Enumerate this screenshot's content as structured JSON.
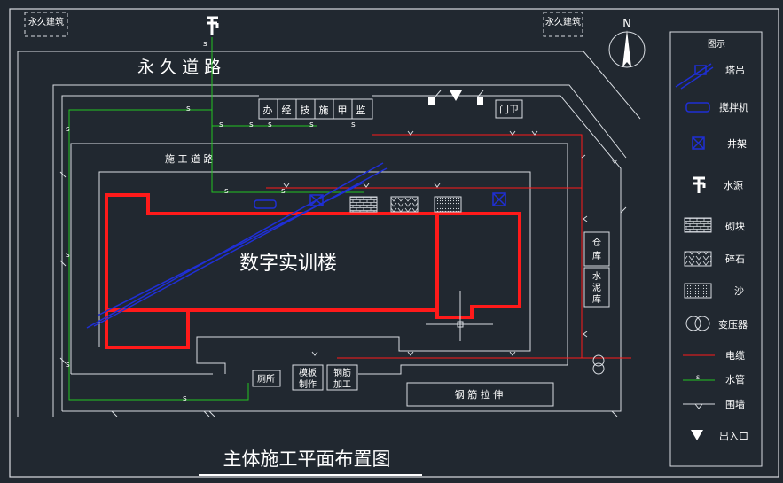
{
  "title": "主体施工平面布置图",
  "roads": {
    "permanent_road": "永  久  道  路",
    "construction_road": "施     工     道     路"
  },
  "buildings": {
    "permanent_left": "永久建筑",
    "permanent_right": "永久建筑",
    "main_building": "数字实训楼",
    "guard": "门卫",
    "toilet": "厕所",
    "formwork": [
      "模板",
      "制作"
    ],
    "rebar_processing": [
      "钢筋",
      "加工"
    ],
    "rebar_stretch": "钢 筋 拉 伸",
    "warehouse": [
      "仓",
      "库"
    ],
    "cement_warehouse": [
      "水",
      "泥",
      "库"
    ],
    "offices": [
      "办",
      "经",
      "技",
      "施",
      "甲",
      "监"
    ]
  },
  "north": "N",
  "legend": {
    "heading": "图示",
    "items": [
      {
        "key": "crane",
        "label": "塔吊"
      },
      {
        "key": "mixer",
        "label": "搅拌机"
      },
      {
        "key": "hoist",
        "label": "井架"
      },
      {
        "key": "water_source",
        "label": "水源"
      },
      {
        "key": "block",
        "label": "砌块"
      },
      {
        "key": "gravel",
        "label": "碎石"
      },
      {
        "key": "sand",
        "label": "沙"
      },
      {
        "key": "transformer",
        "label": "变压器"
      },
      {
        "key": "cable",
        "label": "电缆"
      },
      {
        "key": "water_pipe",
        "label": "水管"
      },
      {
        "key": "fence",
        "label": "围墙"
      },
      {
        "key": "entrance",
        "label": "出入口"
      }
    ],
    "water_pipe_mark": "s"
  },
  "colors": {
    "background": "#212830",
    "line": "#d9dde2",
    "cable": "#ff1a1a",
    "water": "#22c422",
    "crane": "#1f2fd6"
  }
}
